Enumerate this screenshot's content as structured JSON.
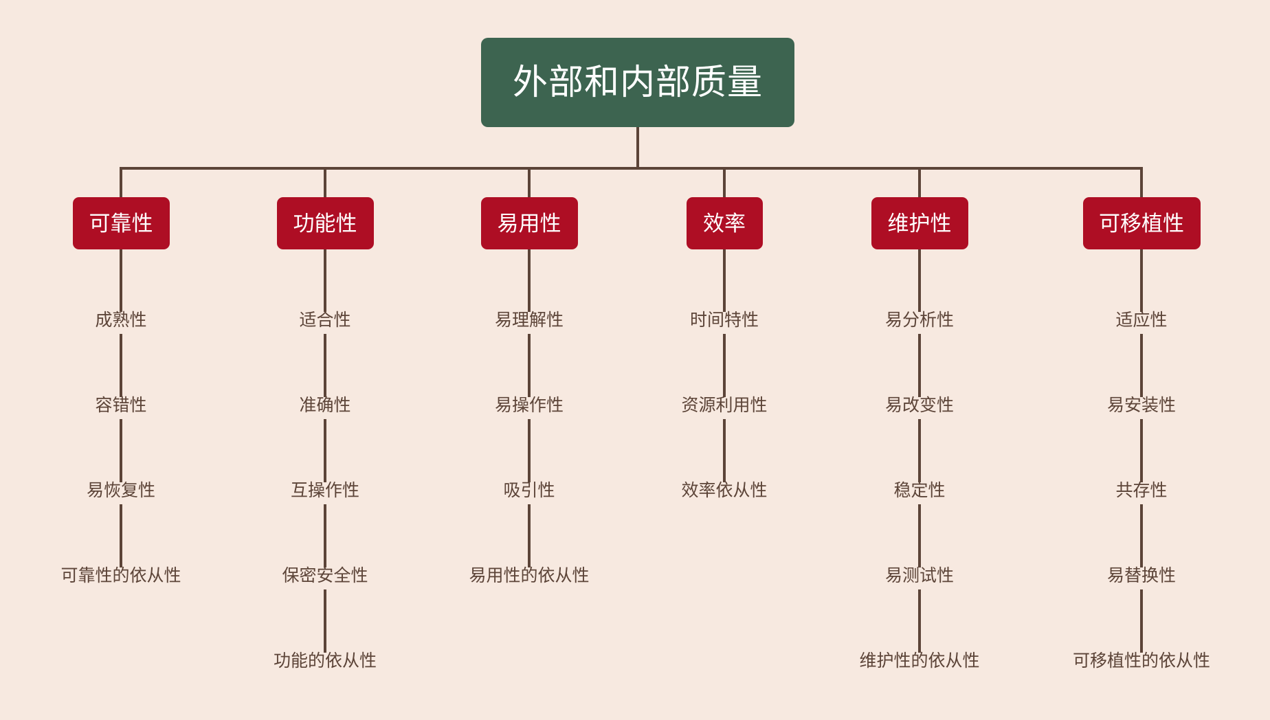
{
  "diagram": {
    "type": "tree",
    "title": "外部和内部质量",
    "background_color": "#f7e9e0",
    "root_color": "#3d6450",
    "category_color": "#ae0e24",
    "line_color": "#5c4438",
    "text_color": "#5c4438",
    "root": {
      "label": "外部和内部质量"
    },
    "categories": [
      {
        "label": "可靠性",
        "children": [
          {
            "label": "成熟性"
          },
          {
            "label": "容错性"
          },
          {
            "label": "易恢复性"
          },
          {
            "label": "可靠性的依从性"
          }
        ]
      },
      {
        "label": "功能性",
        "children": [
          {
            "label": "适合性"
          },
          {
            "label": "准确性"
          },
          {
            "label": "互操作性"
          },
          {
            "label": "保密安全性"
          },
          {
            "label": "功能的依从性"
          }
        ]
      },
      {
        "label": "易用性",
        "children": [
          {
            "label": "易理解性"
          },
          {
            "label": "易操作性"
          },
          {
            "label": "吸引性"
          },
          {
            "label": "易用性的依从性"
          }
        ]
      },
      {
        "label": "效率",
        "children": [
          {
            "label": "时间特性"
          },
          {
            "label": "资源利用性"
          },
          {
            "label": "效率依从性"
          }
        ]
      },
      {
        "label": "维护性",
        "children": [
          {
            "label": "易分析性"
          },
          {
            "label": "易改变性"
          },
          {
            "label": "稳定性"
          },
          {
            "label": "易测试性"
          },
          {
            "label": "维护性的依从性"
          }
        ]
      },
      {
        "label": "可移植性",
        "children": [
          {
            "label": "适应性"
          },
          {
            "label": "易安装性"
          },
          {
            "label": "共存性"
          },
          {
            "label": "易替换性"
          },
          {
            "label": "可移植性的依从性"
          }
        ]
      }
    ]
  }
}
